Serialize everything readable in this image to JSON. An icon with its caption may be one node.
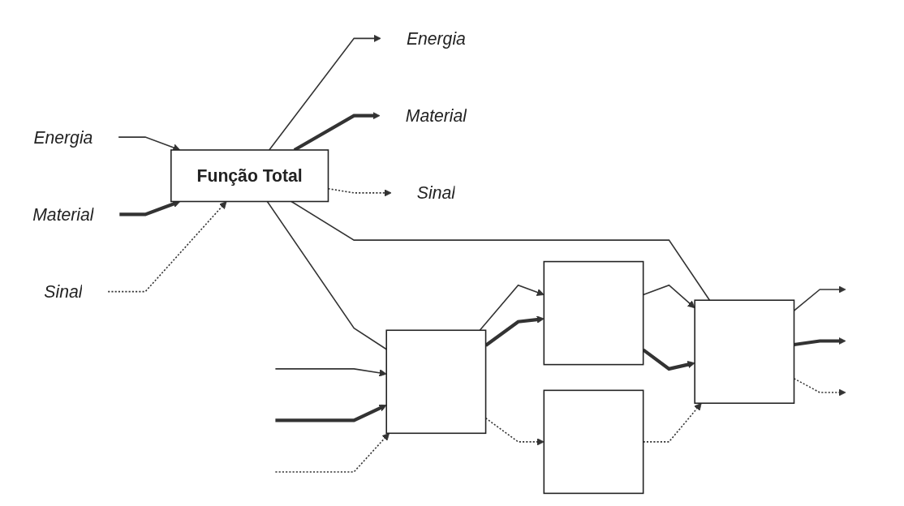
{
  "diagram": {
    "nodes": [
      {
        "text": [
          "Energia"
        ]
      },
      {
        "text": [
          "Material"
        ]
      },
      {
        "text": [
          "Sinal"
        ]
      },
      {
        "text": [
          "Função Total"
        ]
      },
      {
        "text": [
          "Energia"
        ]
      },
      {
        "text": [
          "Material"
        ]
      },
      {
        "text": [
          "Sinal"
        ]
      },
      {
        "text": [],
        "shape": "box"
      },
      {
        "text": [],
        "shape": "box"
      },
      {
        "text": [],
        "shape": "box"
      },
      {
        "text": [],
        "shape": "box"
      }
    ],
    "edges": [
      {
        "from": 0,
        "to": 3,
        "arrow": "to"
      },
      {
        "from": 1,
        "to": 3,
        "arrow": "to",
        "style": "thick"
      },
      {
        "from": 2,
        "to": 3,
        "arrow": "to",
        "style": "dashed"
      },
      {
        "from": 3,
        "to": 4,
        "arrow": "to"
      },
      {
        "from": 3,
        "to": 5,
        "arrow": "to",
        "style": "thick"
      },
      {
        "from": 3,
        "to": 6,
        "arrow": "to",
        "style": "dashed"
      },
      {
        "from": 3,
        "to": 7,
        "arrow": "none"
      },
      {
        "from": 3,
        "to": 9,
        "arrow": "none"
      },
      {
        "from": null,
        "to": 7,
        "arrow": "to"
      },
      {
        "from": null,
        "to": 7,
        "arrow": "to",
        "style": "thick"
      },
      {
        "from": null,
        "to": 7,
        "arrow": "to",
        "style": "dashed"
      },
      {
        "from": 7,
        "to": 8,
        "arrow": "to"
      },
      {
        "from": 7,
        "to": 8,
        "arrow": "to",
        "style": "thick"
      },
      {
        "from": 7,
        "to": 10,
        "arrow": "to",
        "style": "dashed"
      },
      {
        "from": 8,
        "to": 9,
        "arrow": "to"
      },
      {
        "from": 8,
        "to": 9,
        "arrow": "to",
        "style": "thick"
      },
      {
        "from": 10,
        "to": 9,
        "arrow": "to",
        "style": "dashed"
      },
      {
        "from": 9,
        "to": null,
        "arrow": "to"
      },
      {
        "from": 9,
        "to": null,
        "arrow": "to",
        "style": "thick"
      },
      {
        "from": 9,
        "to": null,
        "arrow": "to",
        "style": "dashed"
      }
    ]
  }
}
